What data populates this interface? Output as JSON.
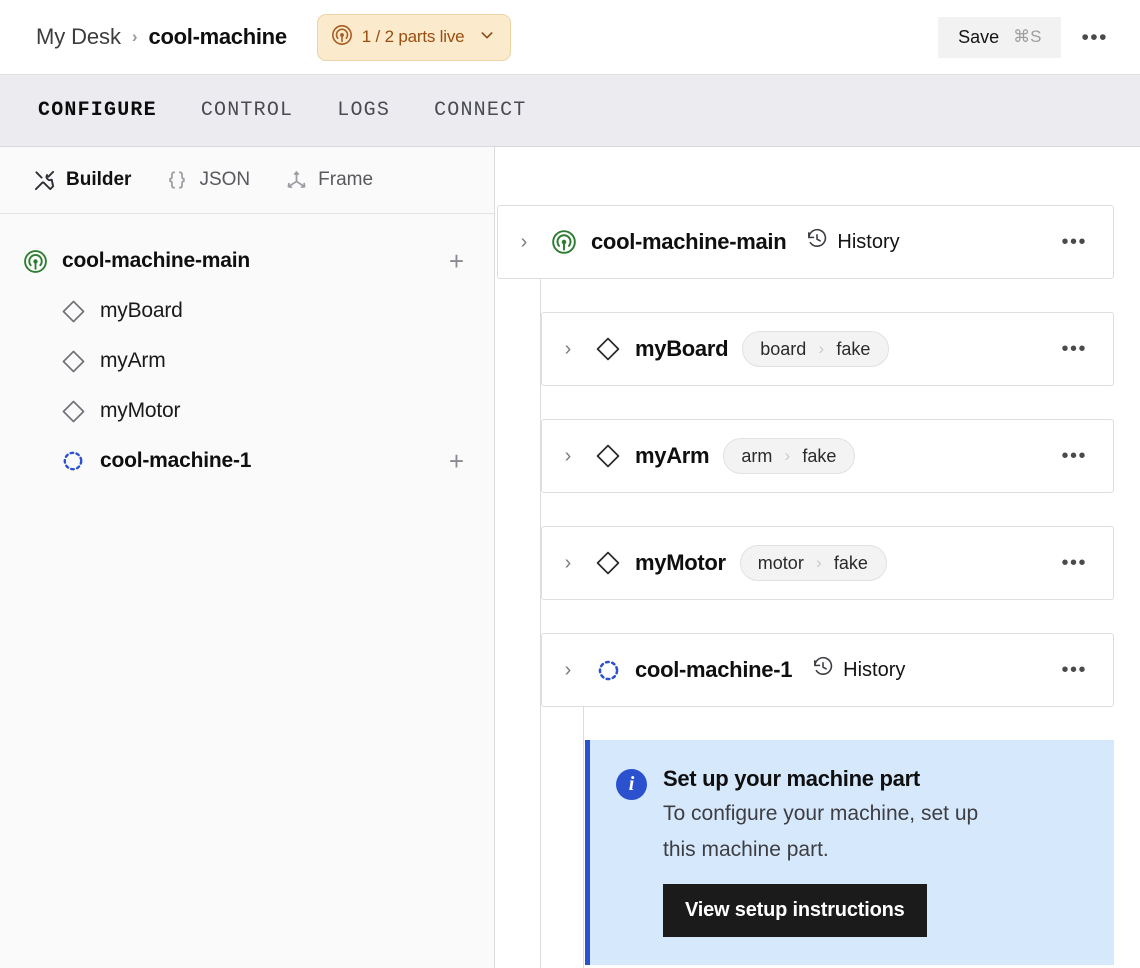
{
  "header": {
    "breadcrumb_root": "My Desk",
    "breadcrumb_sep": "›",
    "breadcrumb_current": "cool-machine",
    "status_pill": {
      "icon": "radar-icon",
      "label": "1 / 2 parts live",
      "chevron": "⌄",
      "bg": "#fbeacb",
      "fg": "#9a4e11"
    },
    "save_label": "Save",
    "save_shortcut": "⌘S",
    "overflow": "•••"
  },
  "tabs": [
    {
      "label": "CONFIGURE",
      "active": true
    },
    {
      "label": "CONTROL",
      "active": false
    },
    {
      "label": "LOGS",
      "active": false
    },
    {
      "label": "CONNECT",
      "active": false
    }
  ],
  "sidebar": {
    "tools": [
      {
        "label": "Builder",
        "icon": "tools-icon",
        "active": true
      },
      {
        "label": "JSON",
        "icon": "braces-icon",
        "active": false
      },
      {
        "label": "Frame",
        "icon": "axes-icon",
        "active": false
      }
    ],
    "tree": [
      {
        "label": "cool-machine-main",
        "icon": "radar-icon-green",
        "level": 0,
        "bold": true,
        "add": "+"
      },
      {
        "label": "myBoard",
        "icon": "diamond-icon",
        "level": 1,
        "bold": false,
        "add": null
      },
      {
        "label": "myArm",
        "icon": "diamond-icon",
        "level": 1,
        "bold": false,
        "add": null
      },
      {
        "label": "myMotor",
        "icon": "diamond-icon",
        "level": 1,
        "bold": false,
        "add": null
      },
      {
        "label": "cool-machine-1",
        "icon": "dashed-circle-icon",
        "level": 1,
        "bold": true,
        "add": "+"
      }
    ]
  },
  "main": {
    "cards": [
      {
        "title": "cool-machine-main",
        "icon": "radar-icon-green",
        "twisty": "›",
        "nested": false,
        "pill": null,
        "history_label": "History",
        "overflow": "•••"
      },
      {
        "title": "myBoard",
        "icon": "diamond-icon",
        "twisty": "›",
        "nested": true,
        "pill": {
          "first": "board",
          "divider": "›",
          "last": "fake"
        },
        "history_label": null,
        "overflow": "•••"
      },
      {
        "title": "myArm",
        "icon": "diamond-icon",
        "twisty": "›",
        "nested": true,
        "pill": {
          "first": "arm",
          "divider": "›",
          "last": "fake"
        },
        "history_label": null,
        "overflow": "•••"
      },
      {
        "title": "myMotor",
        "icon": "diamond-icon",
        "twisty": "›",
        "nested": true,
        "pill": {
          "first": "motor",
          "divider": "›",
          "last": "fake"
        },
        "history_label": null,
        "overflow": "•••"
      },
      {
        "title": "cool-machine-1",
        "icon": "dashed-circle-icon",
        "twisty": "›",
        "nested": true,
        "pill": null,
        "history_label": "History",
        "overflow": "•••"
      }
    ],
    "callout": {
      "icon": "info-icon",
      "title": "Set up your machine part",
      "body": "To configure your machine, set up this machine part.",
      "button_label": "View setup instructions",
      "accent": "#2c51cf",
      "bg": "#d6e9fc"
    }
  }
}
